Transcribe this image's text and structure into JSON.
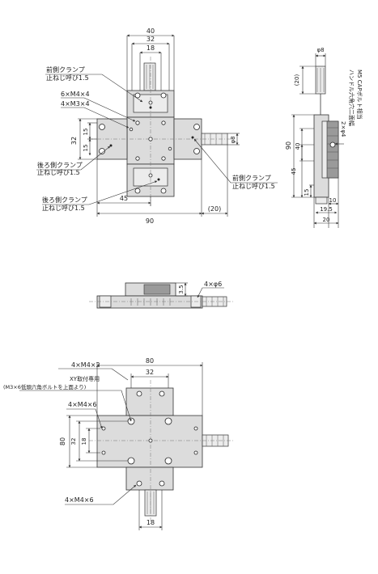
{
  "top_view": {
    "dim_40": "40",
    "dim_32": "32",
    "dim_18": "18",
    "label_front_clamp": "前側クランプ",
    "label_front_clamp_screw": "止ねじ呼び1.5",
    "label_6xm4x4": "6×M4×4",
    "label_4xm3x4": "4×M3×4",
    "dim_32_left": "32",
    "dim_15a": "15",
    "dim_15b": "15",
    "dim_phi8": "φ8",
    "label_rear_clamp1": "後ろ側クランプ",
    "label_rear_clamp1_screw": "止ねじ呼び1.5",
    "label_rear_clamp2": "後ろ側クランプ",
    "label_rear_clamp2_screw": "止ねじ呼び1.5",
    "label_front_clamp_r": "前側クランプ",
    "label_front_clamp_r_screw": "止ねじ呼び1.5",
    "dim_45": "45",
    "dim_90": "90",
    "dim_20p": "(20)"
  },
  "side_view": {
    "dim_phi8": "φ8",
    "dim_20p": "(20)",
    "label_handle": "ハンドル六角穴二面幅",
    "label_handle2": "M5 CAPボルト相当",
    "label_2x_phi4": "2×φ4",
    "dim_90": "90",
    "dim_40": "40",
    "dim_45": "45",
    "dim_15": "15",
    "dim_10": "10",
    "dim_19_5": "19.5",
    "dim_20": "20"
  },
  "front_view": {
    "dim_3_5": "3.5",
    "label_4xphi6": "4×φ6"
  },
  "bottom_view": {
    "label_4xm4x2": "4×M4×2",
    "dim_80": "80",
    "dim_32": "32",
    "label_xy_mount": "XY取付専用",
    "label_xy_bolt": "(M3×6低頭六角ボルトを上面より)",
    "label_4xm4x6": "4×M4×6",
    "dim_80_left": "80",
    "dim_32_left": "32",
    "dim_18_left": "18",
    "label_4xm4x6_bottom": "4×M4×6",
    "dim_18_bottom": "18"
  }
}
